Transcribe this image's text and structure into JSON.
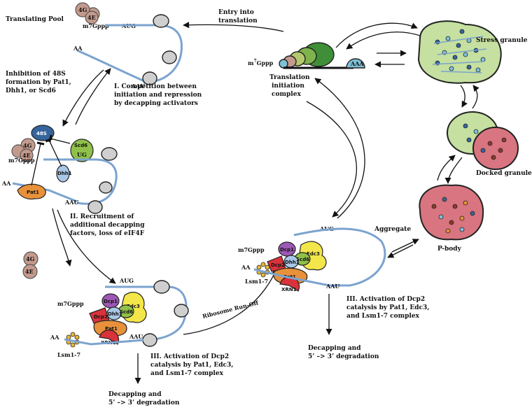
{
  "labels": {
    "translating_pool": "Translating Pool",
    "entry_into_translation": [
      "Entry into",
      "translation"
    ],
    "translation_initiation_complex": [
      "Translation",
      "initiation",
      "complex"
    ],
    "inhibition_48s": [
      "Inhibition of 48S",
      "formation by Pat1,",
      "Dhh1, or Scd6"
    ],
    "step_I": [
      "I.  Competition between",
      "initiation and repression",
      "by decapping activators"
    ],
    "step_II": [
      "II.  Recruitment of",
      "additional decapping",
      "factors, loss of eIF4F"
    ],
    "step_III_left": [
      "III.  Activation of Dcp2",
      "catalysis by Pat1, Edc3,",
      "and Lsm1-7 complex"
    ],
    "step_III_right": [
      "III.  Activation of Dcp2",
      "catalysis by Pat1, Edc3,",
      "and Lsm1-7 complex"
    ],
    "decapping_left": [
      "Decapping and",
      "5’ –> 3’ degradation"
    ],
    "decapping_right": [
      "Decapping and",
      "5’ –> 3’ degradation"
    ],
    "ribosome_runoff": "Ribosome Run-Off",
    "aggregate": "Aggregate",
    "stress_granule": "Stress granule",
    "docked_granule": "Docked granule",
    "p_body": "P-body"
  },
  "mrna": {
    "aug": "AUG",
    "aau": "AAU",
    "aa": "AA",
    "aaa": "AAA",
    "cap": "m7Gppp",
    "cap_superscript_m": "m",
    "cap_superscript_7": "7",
    "cap_rest": "Gppp",
    "ug_partial": "UG"
  },
  "proteins": {
    "eif4g": "4G",
    "eif4e": "4E",
    "s48": "48S",
    "scd6": "Scd6",
    "pat1": "Pat1",
    "dhh1": "Dhh1",
    "dcp1": "Dcp1",
    "dcp2": "Dcp2",
    "edc3": "Edc3",
    "xrn1": "XRN1",
    "lsm": "Lsm1-7"
  },
  "colors": {
    "mrna_line": "#7ba3cf",
    "eif4_fill": "#c49a8c",
    "s48_fill": "#35659c",
    "scd6_fill": "#8fc14a",
    "pat1_fill": "#e8913a",
    "dhh1_fill": "#a9c8e8",
    "dcp1_fill": "#9d58b4",
    "dcp2_fill": "#d9323a",
    "edc3_fill": "#f2e64a",
    "lsm_fill": "#e9b832",
    "stress_granule_fill": "#c5e0a0",
    "pbody_fill": "#d97580",
    "ribosome_fill": "#cfcfcf"
  }
}
